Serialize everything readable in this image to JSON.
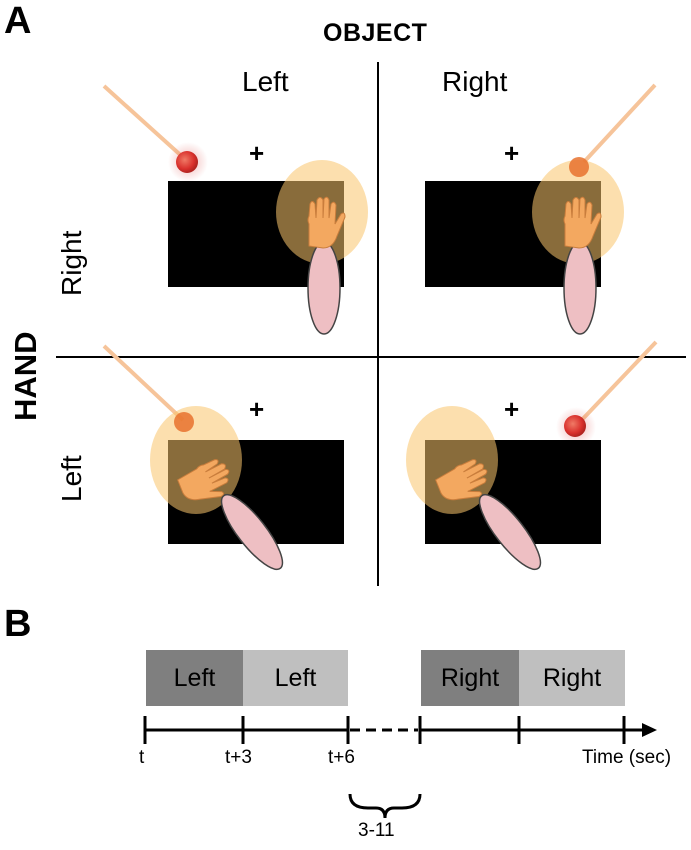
{
  "panel_a": {
    "letter": "A",
    "column_header": "OBJECT",
    "row_header": "HAND",
    "columns": [
      "Left",
      "Right"
    ],
    "rows": [
      "Right",
      "Left"
    ],
    "fixation": "+"
  },
  "panel_b": {
    "letter": "B",
    "blocks": [
      {
        "label": "Left",
        "color": "#7f7f7f"
      },
      {
        "label": "Left",
        "color": "#bfbfbf"
      },
      {
        "label": "Right",
        "color": "#7f7f7f"
      },
      {
        "label": "Right",
        "color": "#bfbfbf"
      }
    ],
    "ticks": [
      "t",
      "t+3",
      "t+6"
    ],
    "axis_label": "Time (sec)",
    "gap_label": "3-11"
  },
  "colors": {
    "screen": "#000000",
    "halo": "#f9c46b",
    "hand": "#f3a860",
    "arm": "#eebfc3",
    "laser_line": "#f6c49a",
    "laser_dot": "#d9302c"
  }
}
